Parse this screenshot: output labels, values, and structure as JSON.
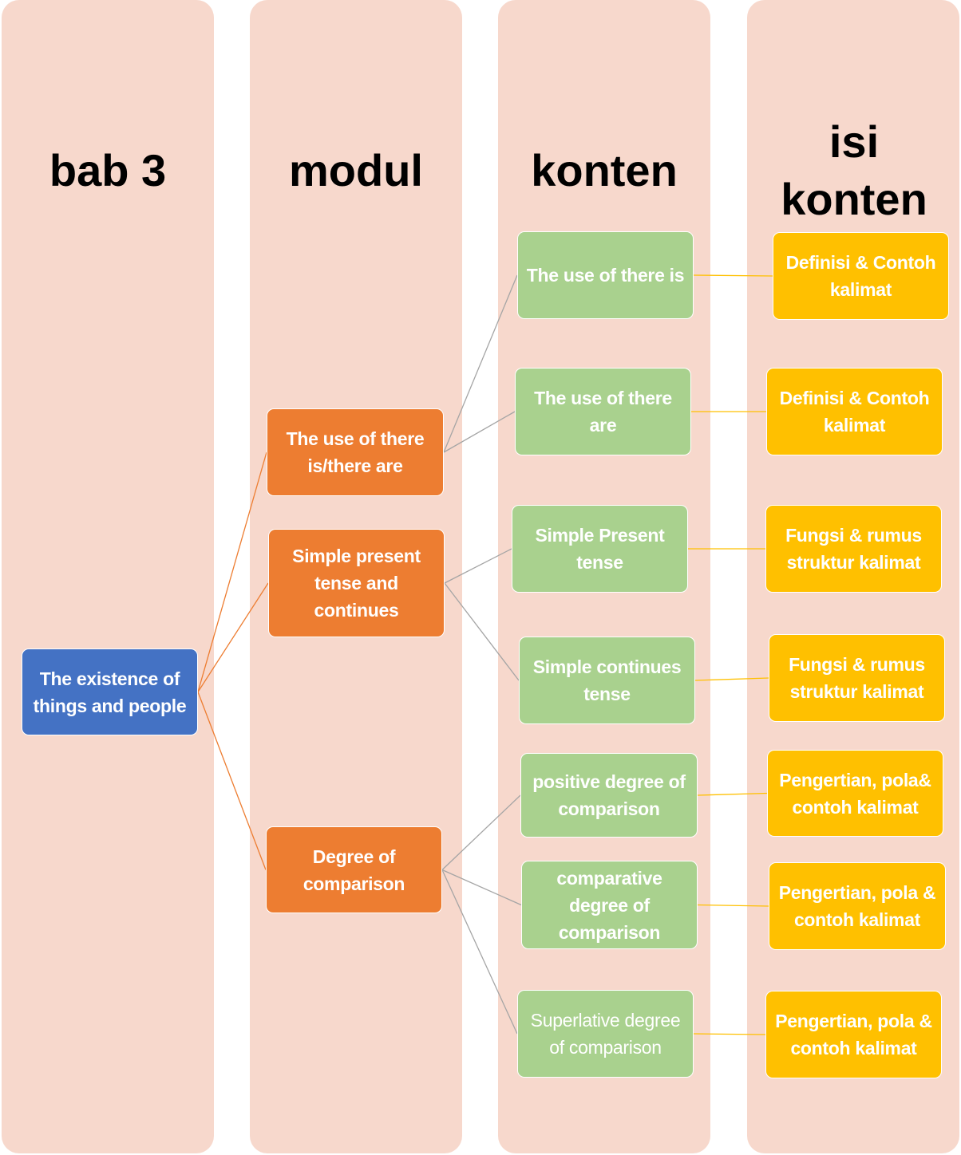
{
  "columns": [
    {
      "title": "bab 3"
    },
    {
      "title": "modul"
    },
    {
      "title": "konten"
    },
    {
      "title": "isi konten"
    }
  ],
  "root": {
    "label": "The existence of things and people",
    "color": "#4472C4"
  },
  "modules": [
    {
      "label": "The use of there is/there are"
    },
    {
      "label": "Simple present tense and continues"
    },
    {
      "label": "Degree of comparison"
    }
  ],
  "contents": [
    {
      "label": "The use of there is",
      "module": 0
    },
    {
      "label": "The use of there are",
      "module": 0
    },
    {
      "label": "Simple Present tense",
      "module": 1
    },
    {
      "label": "Simple continues tense",
      "module": 1
    },
    {
      "label": "positive degree of comparison",
      "module": 2
    },
    {
      "label": "comparative degree of comparison",
      "module": 2
    },
    {
      "label": "Superlative degree of comparison",
      "module": 2
    }
  ],
  "details": [
    {
      "label": "Definisi & Contoh kalimat"
    },
    {
      "label": "Definisi & Contoh kalimat"
    },
    {
      "label": "Fungsi & rumus struktur kalimat"
    },
    {
      "label": "Fungsi & rumus struktur kalimat"
    },
    {
      "label": "Pengertian, pola& contoh kalimat"
    },
    {
      "label": "Pengertian, pola & contoh kalimat"
    },
    {
      "label": "Pengertian, pola & contoh kalimat"
    }
  ],
  "colors": {
    "column": "#F7D8CC",
    "module": "#ED7D31",
    "content": "#A9D18E",
    "detail": "#FFC000",
    "root_link": "#ED7D31",
    "module_link": "#A5A5A5",
    "detail_link": "#FFC000"
  }
}
